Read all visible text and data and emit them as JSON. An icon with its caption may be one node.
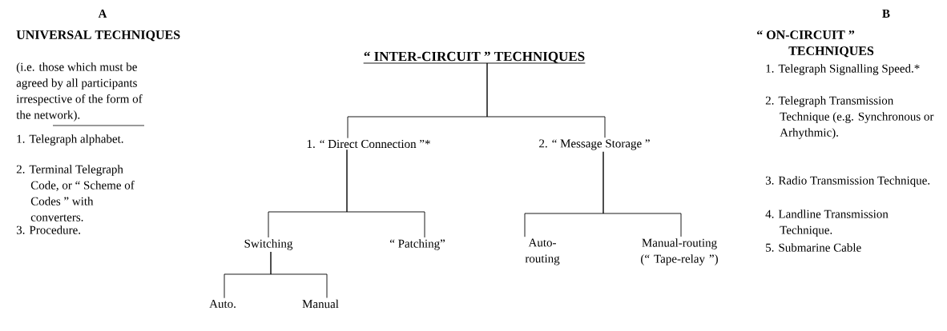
{
  "diagram": {
    "nodes": [
      {
        "text": [
          "“ INTER-CIRCUIT ”  TECHNIQUES"
        ]
      },
      {
        "text": [
          "1. “ Direct Connection ”*"
        ]
      },
      {
        "text": [
          "2. “ Message Storage ”"
        ]
      },
      {
        "text": [
          "Switching"
        ]
      },
      {
        "text": [
          "“ Patching”"
        ]
      },
      {
        "text": [
          "Auto-routing"
        ]
      },
      {
        "text": [
          "Manual-routing (“ Tape-relay ”)"
        ]
      },
      {
        "text": [
          "Auto."
        ]
      },
      {
        "text": [
          "Manual"
        ]
      }
    ],
    "edges": [
      {
        "from": 0,
        "to": 1,
        "arrow": "none"
      },
      {
        "from": 0,
        "to": 2,
        "arrow": "none"
      },
      {
        "from": 1,
        "to": 3,
        "arrow": "none"
      },
      {
        "from": 1,
        "to": 4,
        "arrow": "none"
      },
      {
        "from": 3,
        "to": 7,
        "arrow": "none"
      },
      {
        "from": 3,
        "to": 8,
        "arrow": "none"
      },
      {
        "from": 2,
        "to": 5,
        "arrow": "none"
      },
      {
        "from": 2,
        "to": 6,
        "arrow": "none"
      }
    ],
    "labels": [
      "A",
      "UNIVERSAL TECHNIQUES",
      "(i.e. those which must be agreed by all participants irrespective of the form of the network).",
      "1. Telegraph alphabet.",
      "2. Terminal Telegraph Code, or “ Scheme of Codes ” with converters.",
      "3. Procedure.",
      "B",
      "“ ON-CIRCUIT ” TECHNIQUES",
      "1. Telegraph Signalling Speed.*",
      "2. Telegraph Transmission Technique (e.g. Synchronous or Arhythmic).",
      "3. Radio Transmission Technique.",
      "4. Landline Transmission Technique.",
      "5. Submarine Cable"
    ]
  }
}
